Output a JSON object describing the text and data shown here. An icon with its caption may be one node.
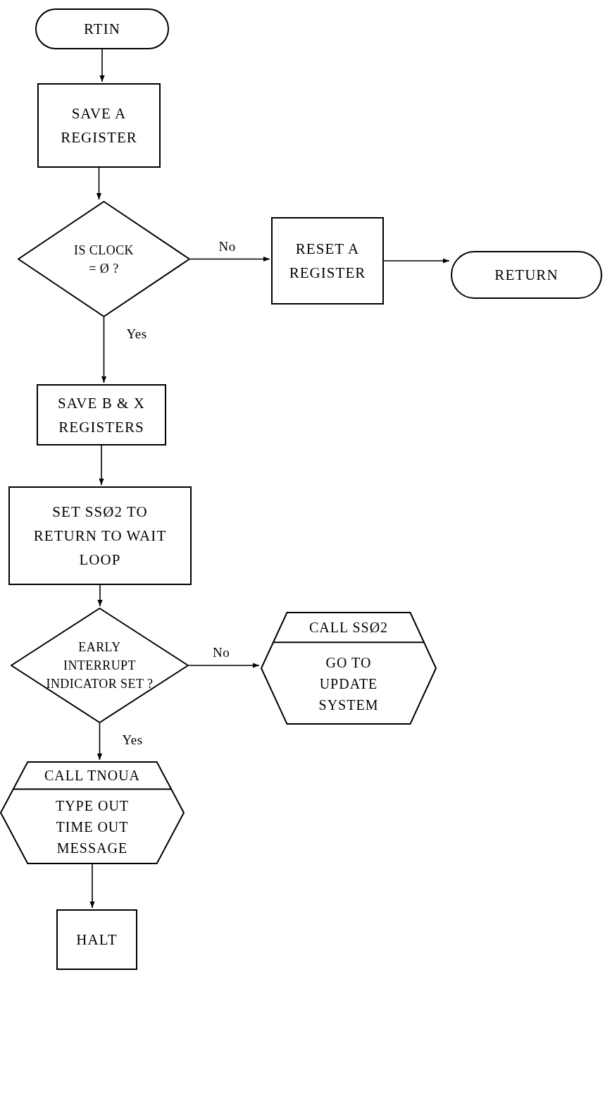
{
  "diagram": {
    "nodes": [
      {
        "text": [
          "RTIN"
        ]
      },
      {
        "text": [
          "SAVE A REGISTER"
        ]
      },
      {
        "text": [
          "IS CLOCK = Ø ?"
        ]
      },
      {
        "text": [
          "RESET A REGISTER"
        ]
      },
      {
        "text": [
          "RETURN"
        ]
      },
      {
        "text": [
          "SAVE B & X REGISTERS"
        ]
      },
      {
        "text": [
          "SET SSØ2 TO RETURN TO WAIT LOOP"
        ]
      },
      {
        "text": [
          "EARLY INTERRUPT INDICATOR SET ?"
        ]
      },
      {
        "text": [
          "CALL SSØ2",
          "GO TO UPDATE SYSTEM"
        ]
      },
      {
        "text": [
          "CALL TNOUA",
          "TYPE OUT TIME OUT MESSAGE"
        ]
      },
      {
        "text": [
          "HALT"
        ]
      }
    ],
    "edges": [
      {
        "from": 0,
        "to": 1,
        "arrow": "to"
      },
      {
        "from": 1,
        "to": 2,
        "arrow": "to"
      },
      {
        "from": 2,
        "to": 3,
        "arrow": "to",
        "label": "No"
      },
      {
        "from": 3,
        "to": 4,
        "arrow": "to"
      },
      {
        "from": 2,
        "to": 5,
        "arrow": "to",
        "label": "Yes"
      },
      {
        "from": 5,
        "to": 6,
        "arrow": "to"
      },
      {
        "from": 6,
        "to": 7,
        "arrow": "to"
      },
      {
        "from": 7,
        "to": 8,
        "arrow": "to",
        "label": "No"
      },
      {
        "from": 7,
        "to": 9,
        "arrow": "to",
        "label": "Yes"
      },
      {
        "from": 9,
        "to": 10,
        "arrow": "to"
      }
    ]
  }
}
